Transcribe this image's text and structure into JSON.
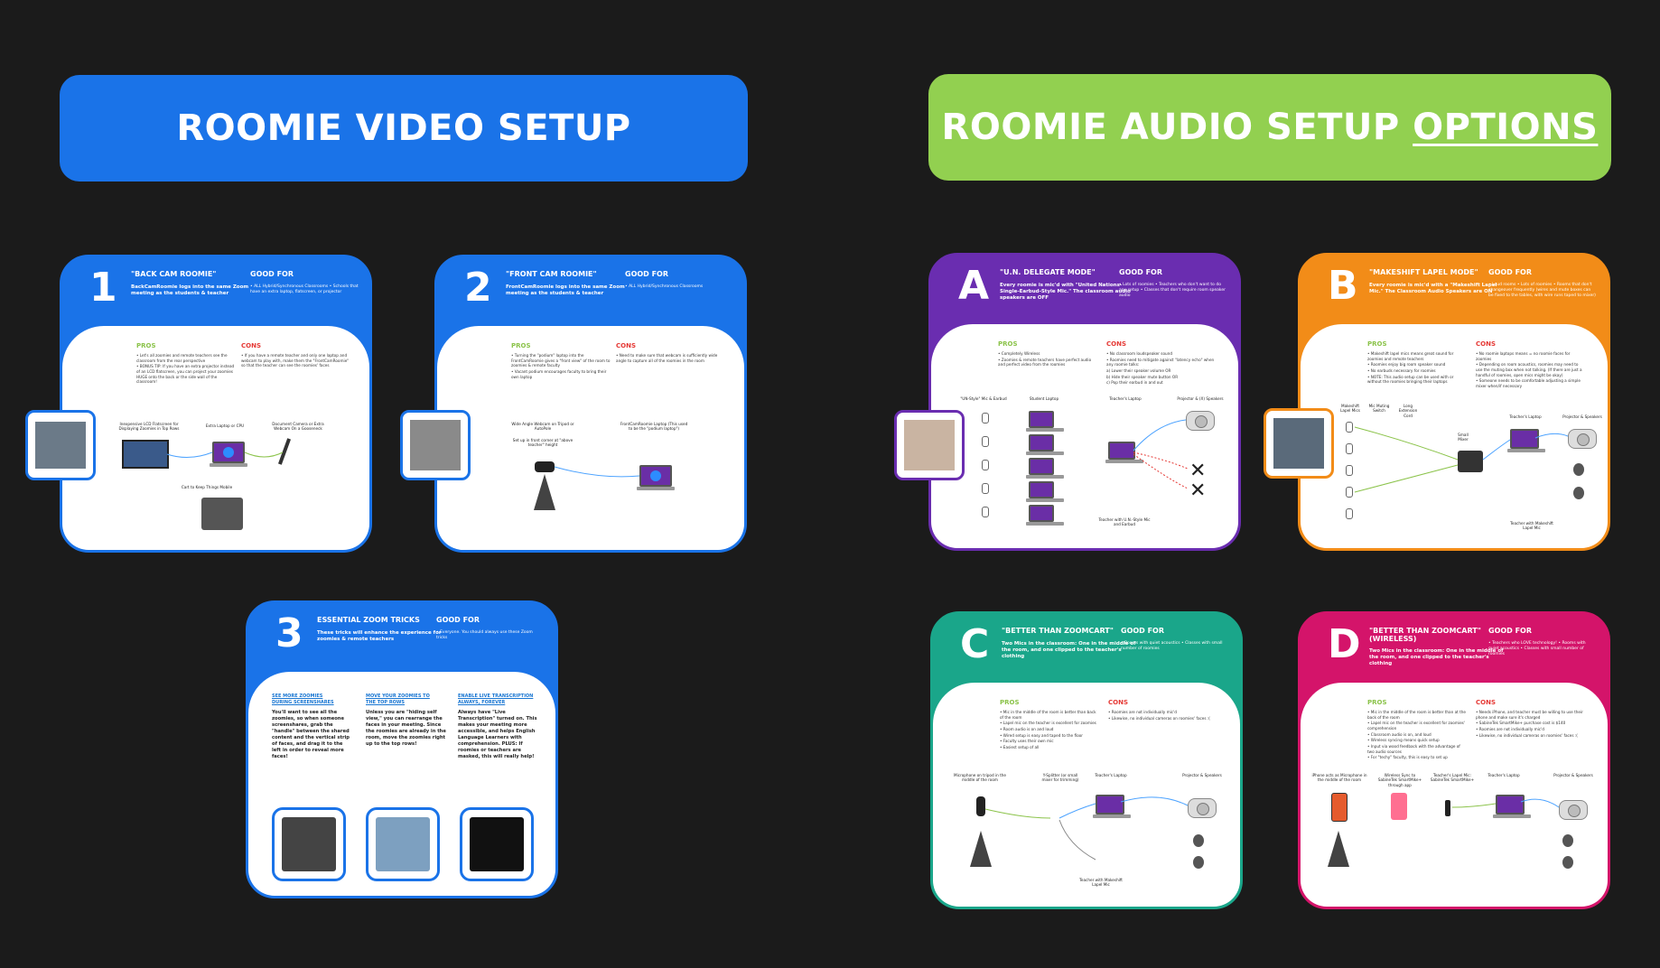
{
  "banners": {
    "video": {
      "title": "ROOMIE VIDEO SETUP",
      "color": "#1a73e8"
    },
    "audio": {
      "title_prefix": "ROOMIE AUDIO SETUP ",
      "title_underlined": "OPTIONS",
      "color": "#92d050"
    }
  },
  "cards": {
    "c1": {
      "number": "1",
      "title": "\"BACK CAM ROOMIE\"",
      "subtitle": "BackCamRoomie logs into the same Zoom meeting as the students & teacher",
      "good_for_label": "GOOD FOR",
      "good_for": "• ALL Hybrid/Synchronous Classrooms • Schools that have an extra laptop, flatscreen, or projector",
      "pros_label": "PROS",
      "cons_label": "CONS",
      "pros": [
        "• Let's all zoomies and remote teachers see the classroom from the rear perspective",
        "• BONUS TIP: If you have an extra projector instead of an LCD flatscreen, you can project your zoomies HUGE onto the back or the side wall of the classroom!"
      ],
      "cons": [
        "• If you have a remote teacher and only one laptop and webcam to play with, make them the \"FrontCamRoomie\" so that the teacher can see the roomies' faces"
      ],
      "labels": {
        "flatscreen": "Inexpensive LCD Flatscreen for Displaying Zoomies in Top Rows",
        "laptop": "Extra Laptop or CPU",
        "doccam": "Document Camera or Extra Webcam On a Gooseneck",
        "cart": "Cart to Keep Things Mobile"
      },
      "color": "#1a73e8"
    },
    "c2": {
      "number": "2",
      "title": "\"FRONT CAM ROOMIE\"",
      "subtitle": "FrontCamRoomie logs into the same Zoom meeting as the students & teacher",
      "good_for_label": "GOOD FOR",
      "good_for": "• ALL Hybrid/Synchronous Classrooms",
      "pros_label": "PROS",
      "cons_label": "CONS",
      "pros": [
        "• Turning the \"podium\" laptop into the FrontCamRoomie gives a \"front view\" of the room to zoomies & remote faculty",
        "• Vacant podium encourages faculty to bring their own laptop"
      ],
      "cons": [
        "• Need to make sure that webcam is sufficiently wide angle to capture all of the roomies in the room"
      ],
      "labels": {
        "webcam": "Wide Angle Webcam on Tripod or AutoPole",
        "setup": "Set up in front corner at \"above teacher\" height",
        "laptop": "FrontCamRoomie Laptop (This used to be the \"podium laptop\")"
      },
      "color": "#1a73e8"
    },
    "c3": {
      "number": "3",
      "title": "ESSENTIAL ZOOM TRICKS",
      "subtitle": "These tricks will enhance the experience for zoomies & remote teachers",
      "good_for_label": "GOOD FOR",
      "good_for": "• Everyone. You should always use these Zoom tricks",
      "tips": [
        {
          "title": "SEE MORE ZOOMIES DURING SCREENSHARES",
          "text": "You'll want to see all the zoomies, so when someone screenshares, grab the \"handle\" between the shared content and the vertical strip of faces, and drag it to the left in order to reveal more faces!"
        },
        {
          "title": "MOVE YOUR ZOOMIES TO THE TOP ROWS",
          "text": "Unless you are \"hiding self view,\" you can rearrange the faces in your meeting. Since the roomies are already in the room, move the zoomies right up to the top rows!"
        },
        {
          "title": "ENABLE LIVE TRANSCRIPTION ALWAYS, FOREVER",
          "text": "Always have \"Live Transcription\" turned on. This makes your meeting more accessible, and helps English Language Learners with comprehension. PLUS: If roomies or teachers are masked, this will really help!"
        }
      ],
      "color": "#1a73e8"
    },
    "cA": {
      "number": "A",
      "title": "\"U.N. DELEGATE MODE\"",
      "subtitle": "Every roomie is mic'd with \"United Nations-Single-Earbud-Style Mic.\" The classroom audio speakers are OFF",
      "good_for_label": "GOOD FOR",
      "good_for": "• Lots of roomies • Teachers who don't want to do any setup • Classes that don't require room speaker audio",
      "pros_label": "PROS",
      "cons_label": "CONS",
      "pros": [
        "• Completely Wireless",
        "• Zoomies & remote teachers have perfect audio and perfect video from the roomies"
      ],
      "cons": [
        "• No classroom loudspeaker sound",
        "• Roomies need to mitigate against \"latency echo\" when any roomie talks:",
        "  a) Lower their speaker volume OR",
        "  b) Hide their speaker mute button OR",
        "  c) Pop their earbud in and out"
      ],
      "labels": {
        "mics": "\"UN-Style\" Mic & Earbud",
        "student": "Student Laptop",
        "teacher": "Teacher's Laptop",
        "proj": "Projector & (X) Speakers",
        "teacher_mic": "Teacher with U.N.-Style Mic and Earbud"
      },
      "color": "#6a2db0"
    },
    "cB": {
      "number": "B",
      "title": "\"MAKESHIFT LAPEL MODE\"",
      "subtitle": "Every roomie is mic'd with a \"Makeshift Lapel Mic.\" The Classroom Audio Speakers are ON",
      "good_for_label": "GOOD FOR",
      "good_for": "• Loud rooms • Lots of roomies • Rooms that don't changeover frequently (wires and mute boxes can be fixed to the tables, with wire runs taped to mixer)",
      "pros_label": "PROS",
      "cons_label": "CONS",
      "pros": [
        "• Makeshift lapel mics means great sound for zoomies and remote teachers",
        "• Roomies enjoy big room speaker sound",
        "• No earbuds necessary for roomies",
        "• NOTE: This audio setup can be used with or without the roomies bringing their laptops"
      ],
      "cons": [
        "• No roomie laptops means = no roomie faces for zoomies",
        "• Depending on room acoustics, roomies may need to use the muting box when not talking. (If there are just a handful of roomies, open mics might be okay)",
        "• Someone needs to be comfortable adjusting a simple mixer when/if necessary"
      ],
      "labels": {
        "mics": "Makeshift Lapel Mics",
        "switch": "Mic Muting Switch",
        "cord": "Long Extension Cord",
        "mixer": "Small Mixer",
        "teacher": "Teacher's Laptop",
        "proj": "Projector & Speakers",
        "teacher_mic": "Teacher with Makeshift Lapel Mic"
      },
      "color": "#f28c18"
    },
    "cC": {
      "number": "C",
      "title": "\"BETTER THAN ZOOMCART\"",
      "subtitle": "Two Mics in the classroom: One in the middle of the room, and one clipped to the teacher's clothing",
      "good_for_label": "GOOD FOR",
      "good_for": "• Rooms with quiet acoustics • Classes with small number of roomies",
      "pros_label": "PROS",
      "cons_label": "CONS",
      "pros": [
        "• Mic in the middle of the room is better than back of the room",
        "• Lapel mic on the teacher is excellent for zoomies",
        "• Room audio is on and loud",
        "• Wired setup is easy and taped to the floor",
        "• Faculty uses their own mic",
        "• Easiest setup of all"
      ],
      "cons": [
        "• Roomies are not individually mic'd",
        "• Likewise, no individual cameras on roomies' faces :("
      ],
      "labels": {
        "mic": "Microphone on tripod in the middle of the room",
        "splitter": "Y-Splitter (or small mixer for trimming)",
        "teacher": "Teacher's Laptop",
        "proj": "Projector & Speakers",
        "teacher_mic": "Teacher with Makeshift Lapel Mic"
      },
      "color": "#1aa68a"
    },
    "cD": {
      "number": "D",
      "title": "\"BETTER THAN ZOOMCART\" (WIRELESS)",
      "subtitle": "Two Mics in the classroom: One in the middle of the room, and one clipped to the teacher's clothing",
      "good_for_label": "GOOD FOR",
      "good_for": "• Teachers who LOVE technology! • Rooms with quiet acoustics • Classes with small number of roomies",
      "pros_label": "PROS",
      "cons_label": "CONS",
      "pros": [
        "• Mic in the middle of the room is better than at the back of the room",
        "• Lapel mic on the teacher is excellent for zoomies' comprehension",
        "• Classroom audio is on, and loud",
        "• Wireless syncing means quick setup",
        "• Input via wood feedback with the advantage of two audio sources",
        "• For \"techy\" faculty, this is easy to set up"
      ],
      "cons": [
        "• Needs iPhone, and teacher must be willing to use their phone and make sure it's charged",
        "• SabineTek SmartMike+ purchase cost is $140",
        "• Roomies are not individually mic'd",
        "• Likewise, no individual cameras on roomies' faces :("
      ],
      "labels": {
        "iphone": "iPhone acts as Microphone in the middle of the room",
        "sync": "Wireless Sync to SabineTek SmartMike+ through app",
        "lapel": "Teacher's Lapel Mic: SabineTek SmartMike+",
        "teacher": "Teacher's Laptop",
        "proj": "Projector & Speakers"
      },
      "color": "#d4146a"
    }
  },
  "icons": {
    "laptop": "laptop-icon",
    "projector": "projector-icon",
    "speaker": "speaker-icon",
    "mic": "microphone-icon",
    "tripod": "tripod-icon",
    "x_mark": "x-mark-icon"
  }
}
